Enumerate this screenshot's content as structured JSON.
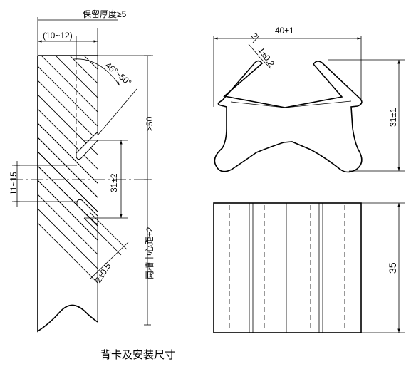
{
  "caption": "背卡及安装尺寸",
  "left_view": {
    "retain_thickness": "保留厚度≥5",
    "edge_range": "(10~12)",
    "angle": "45°~50°",
    "slot_depth_min": ">50",
    "offset_range": "11~15",
    "slot_span": "31±2",
    "slot_width": "2±0.5",
    "slot_center_distance": "两槽中心距±2"
  },
  "right_view": {
    "width": "40±1",
    "thickness_a": "2",
    "thickness_b": "1±0.2",
    "height": "31±1",
    "length": "35"
  }
}
